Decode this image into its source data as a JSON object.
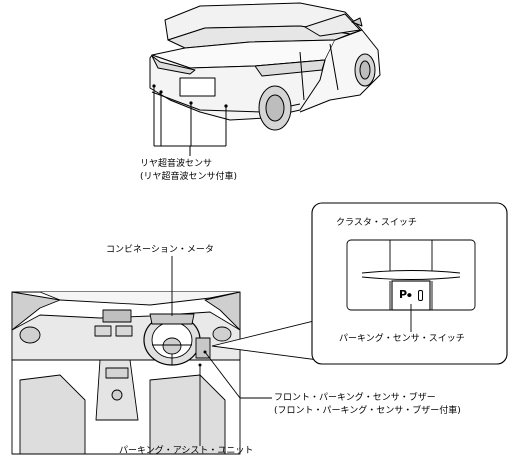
{
  "labels": {
    "rear_sensor": "リヤ超音波センサ",
    "rear_sensor_note": "(リヤ超音波センサ付車)",
    "cluster_switch": "クラスタ・スイッチ",
    "combination_meter": "コンビネーション・メータ",
    "parking_sensor_switch": "パーキング・センサ・スイッチ",
    "front_buzzer": "フロント・パーキング・センサ・ブザー",
    "front_buzzer_note": "(フロント・パーキング・センサ・ブザー付車)",
    "parking_assist_unit": "パーキング・アシスト・ユニット"
  },
  "switch_symbol": {
    "letter": "P",
    "icon": "parking-sensor-waves-icon",
    "indicator": "indicator-lamp-icon"
  }
}
